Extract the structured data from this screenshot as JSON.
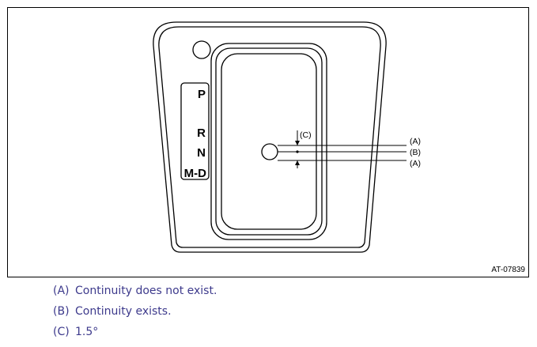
{
  "figure": {
    "figure_id": "AT-07839",
    "gear_positions": [
      "P",
      "R",
      "N",
      "M-D"
    ],
    "callouts": {
      "a_upper": "(A)",
      "b": "(B)",
      "a_lower": "(A)",
      "c": "(C)"
    }
  },
  "legend": [
    {
      "key": "(A)",
      "text": "Continuity does not exist."
    },
    {
      "key": "(B)",
      "text": "Continuity exists."
    },
    {
      "key": "(C)",
      "text": "1.5°"
    }
  ]
}
